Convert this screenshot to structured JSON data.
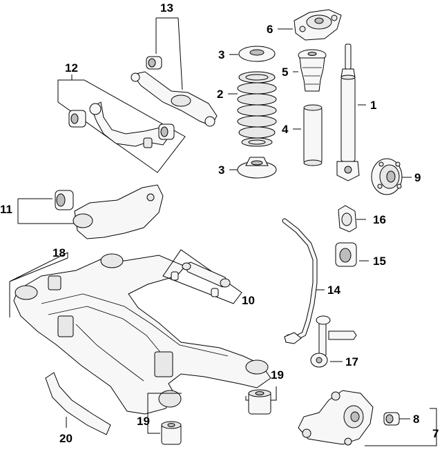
{
  "diagram": {
    "background": "#ffffff",
    "line_color": "#000000",
    "callouts": {
      "c1": "1",
      "c2": "2",
      "c3a": "3",
      "c3b": "3",
      "c4": "4",
      "c5": "5",
      "c6": "6",
      "c7": "7",
      "c8": "8",
      "c9": "9",
      "c10": "10",
      "c11": "11",
      "c12": "12",
      "c13": "13",
      "c14": "14",
      "c15": "15",
      "c16": "16",
      "c17": "17",
      "c18": "18",
      "c19a": "19",
      "c19b": "19",
      "c20": "20"
    },
    "parts": [
      {
        "key": "c1",
        "part": "shock-absorber"
      },
      {
        "key": "c2",
        "part": "coil-spring"
      },
      {
        "key": "c3a",
        "part": "upper-spring-insulator"
      },
      {
        "key": "c3b",
        "part": "lower-spring-insulator"
      },
      {
        "key": "c4",
        "part": "dust-boot"
      },
      {
        "key": "c5",
        "part": "bump-stop"
      },
      {
        "key": "c6",
        "part": "upper-strut-mount"
      },
      {
        "key": "c7",
        "part": "knuckle"
      },
      {
        "key": "c8",
        "part": "knuckle-bushing"
      },
      {
        "key": "c9",
        "part": "wheel-hub"
      },
      {
        "key": "c10",
        "part": "toe-link"
      },
      {
        "key": "c11",
        "part": "upper-control-arm"
      },
      {
        "key": "c12",
        "part": "lower-control-arm"
      },
      {
        "key": "c13",
        "part": "trailing-arm"
      },
      {
        "key": "c14",
        "part": "stabilizer-bar"
      },
      {
        "key": "c15",
        "part": "stabilizer-bushing"
      },
      {
        "key": "c16",
        "part": "bushing-clamp"
      },
      {
        "key": "c17",
        "part": "stabilizer-link"
      },
      {
        "key": "c18",
        "part": "subframe"
      },
      {
        "key": "c19a",
        "part": "subframe-bushing-front"
      },
      {
        "key": "c19b",
        "part": "subframe-bushing-rear"
      },
      {
        "key": "c20",
        "part": "subframe-reinforcement"
      }
    ]
  }
}
